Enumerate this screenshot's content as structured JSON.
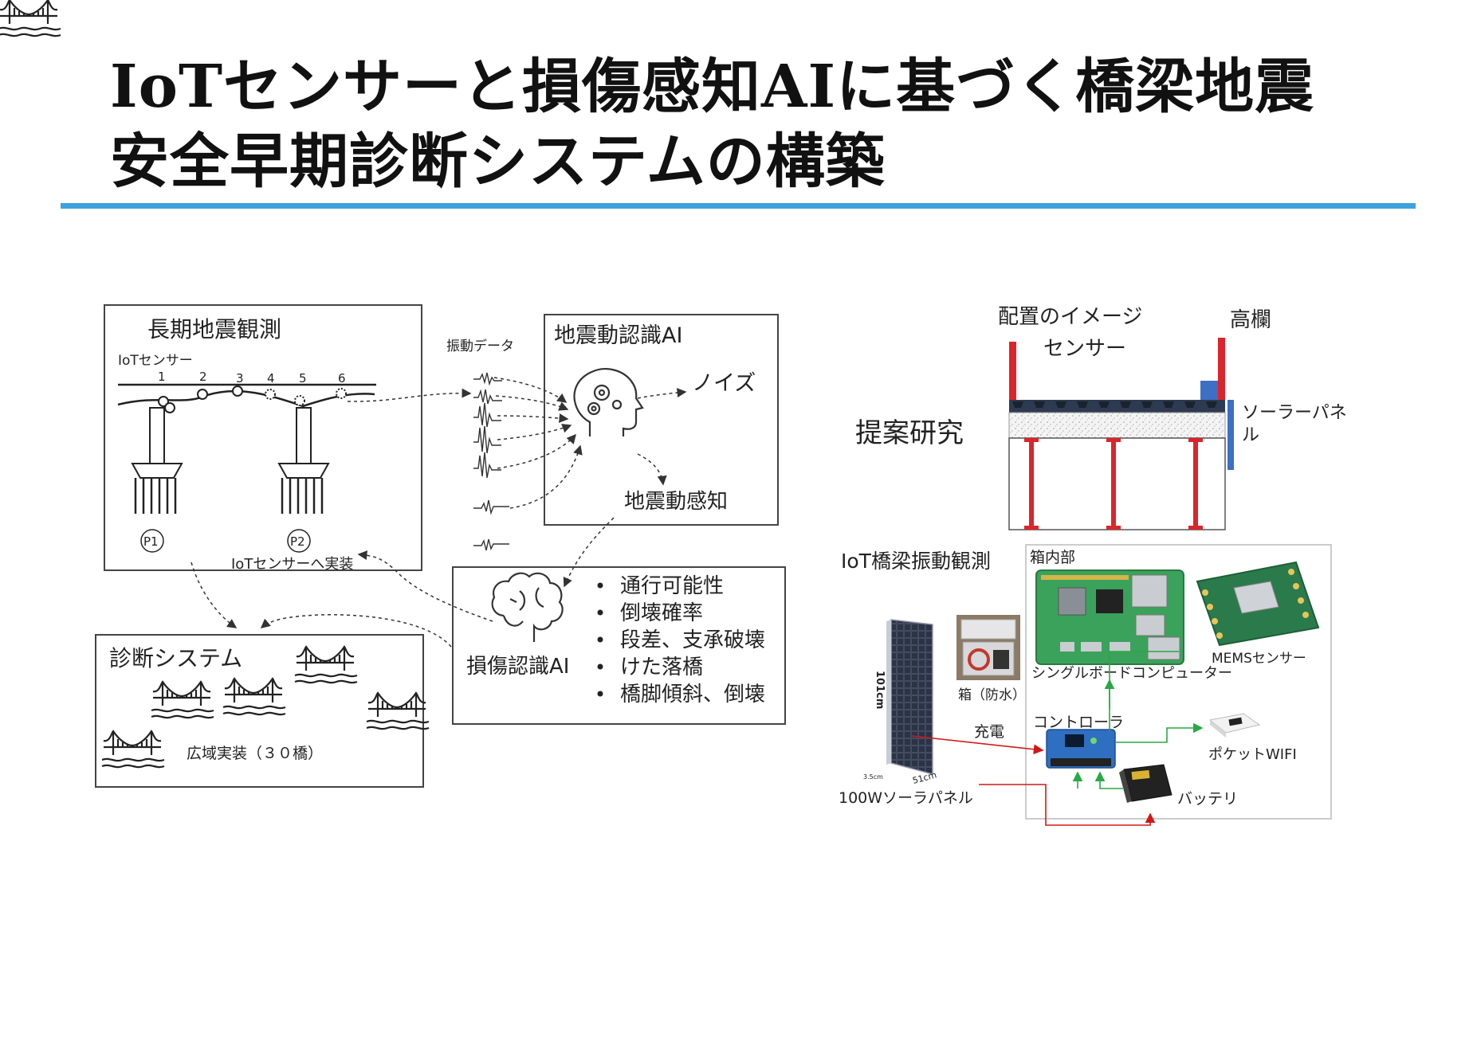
{
  "title": {
    "line1": "IoTセンサーと損傷感知AIに基づく橋梁地震",
    "line2": "安全早期診断システムの構築"
  },
  "left": {
    "observation": {
      "heading": "長期地震観測",
      "sensor_label": "IoTセンサー",
      "sensor_numbers": [
        "1",
        "2",
        "3",
        "4",
        "5",
        "6"
      ],
      "pier1": "P1",
      "pier2": "P2",
      "deploy": "IoTセンサーへ実装"
    },
    "vibration_label": "振動データ",
    "ground_ai": {
      "heading": "地震動認識AI",
      "noise": "ノイズ",
      "detect": "地震動感知"
    },
    "damage_ai": {
      "label": "損傷認識AI",
      "bullets": [
        "通行可能性",
        "倒壊確率",
        "段差、支承破壊",
        "けた落橋",
        "橋脚傾斜、倒壊"
      ]
    },
    "diagnosis": {
      "heading": "診断システム",
      "caption": "広域実装（３０橋）"
    }
  },
  "right": {
    "section": {
      "layout_image": "配置のイメージ",
      "sensor": "センサー",
      "railing": "高欄",
      "proposal": "提案研究",
      "solar_panel": "ソーラーパネル"
    },
    "iot": {
      "heading": "IoT橋梁振動観測",
      "inside_box": "箱内部",
      "box": "箱（防水）",
      "sbc": "シングルボードコンピューター",
      "mems": "MEMSセンサー",
      "controller": "コントローラ",
      "charge": "充電",
      "wifi": "ポケットWIFI",
      "battery": "バッテリ",
      "solar": "100Wソーラパネル",
      "dim_height": "101cm",
      "dim_width": "51cm",
      "dim_depth": "3.5cm"
    }
  },
  "colors": {
    "accent_rule": "#3da2dd",
    "railing_red": "#d9262c",
    "panel_blue": "#3d6fc4",
    "wire_red": "#d01818",
    "wire_green": "#2aa845"
  }
}
